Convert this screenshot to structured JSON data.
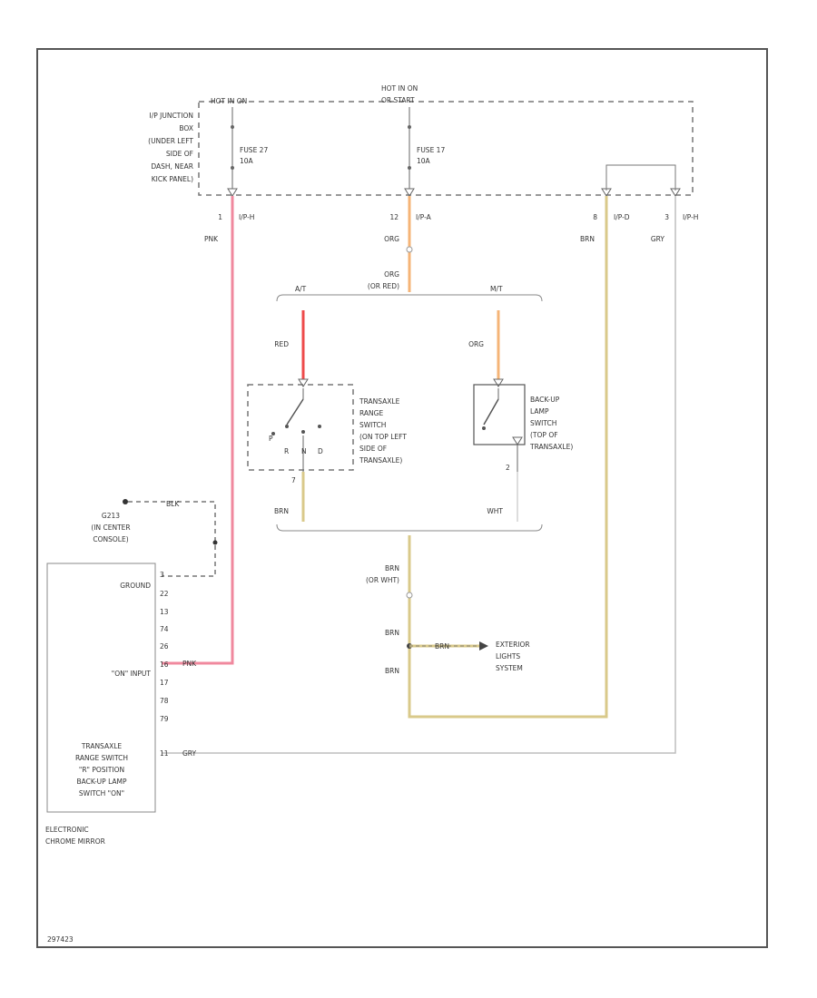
{
  "junction_box": {
    "feed_left": "HOT IN ON",
    "feed_right_1": "HOT IN ON",
    "feed_right_2": "OR START",
    "label": [
      "I/P JUNCTION",
      "BOX",
      "(UNDER LEFT",
      "SIDE OF",
      "DASH, NEAR",
      "KICK PANEL)"
    ],
    "fuse_27": [
      "FUSE 27",
      "10A"
    ],
    "fuse_17": [
      "FUSE 17",
      "10A"
    ]
  },
  "pins": {
    "p1_num": "1",
    "p1_conn": "I/P-H",
    "p12_num": "12",
    "p12_conn": "I/P-A",
    "p8_num": "8",
    "p8_conn": "I/P-D",
    "p3_num": "3",
    "p3_conn": "I/P-H"
  },
  "wires": {
    "pnk_top": "PNK",
    "org_top": "ORG",
    "brn_top": "BRN",
    "gry_top": "GRY",
    "org_mid": "ORG",
    "org_mid_alt": "(OR RED)",
    "red": "RED",
    "org_right": "ORG",
    "brn_sw": "BRN",
    "wht": "WHT",
    "brn_lower": "BRN",
    "brn_lower_alt": "(OR WHT)",
    "brn_splice": "BRN",
    "brn_ext": "BRN",
    "brn_bottom": "BRN",
    "blk": "BLK",
    "pnk_mirror": "PNK",
    "gry_mirror": "GRY"
  },
  "option": {
    "left": "A/T",
    "right": "M/T"
  },
  "transaxle_switch": {
    "label": [
      "TRANSAXLE",
      "RANGE",
      "SWITCH",
      "(ON TOP LEFT",
      "SIDE OF",
      "TRANSAXLE)"
    ],
    "positions": [
      "P",
      "R",
      "N",
      "D"
    ],
    "pin": "7"
  },
  "backup_switch": {
    "label": [
      "BACK-UP",
      "LAMP",
      "SWITCH",
      "(TOP OF",
      "TRANSAXLE)"
    ],
    "pin": "2"
  },
  "ground": {
    "label": [
      "G213",
      "(IN CENTER",
      "CONSOLE)"
    ]
  },
  "exterior": {
    "label": [
      "EXTERIOR",
      "LIGHTS",
      "SYSTEM"
    ]
  },
  "mirror": {
    "ground_label": "GROUND",
    "on_input_label": "\"ON\" INPUT",
    "pins": [
      "3",
      "22",
      "13",
      "74",
      "26",
      "16",
      "17",
      "78",
      "79",
      "11"
    ],
    "description": [
      "TRANSAXLE",
      "RANGE SWITCH",
      "\"R\" POSITION",
      "BACK-UP LAMP",
      "SWITCH \"ON\""
    ],
    "name": [
      "ELECTRONIC",
      "CHROME MIRROR"
    ]
  },
  "diagram_id": "297423",
  "colors": {
    "pnk": "#f0889e",
    "org": "#f5b477",
    "red": "#ee4a4a",
    "brn": "#d9c98a",
    "gry": "#bdbdbd",
    "frame": "#555555"
  }
}
